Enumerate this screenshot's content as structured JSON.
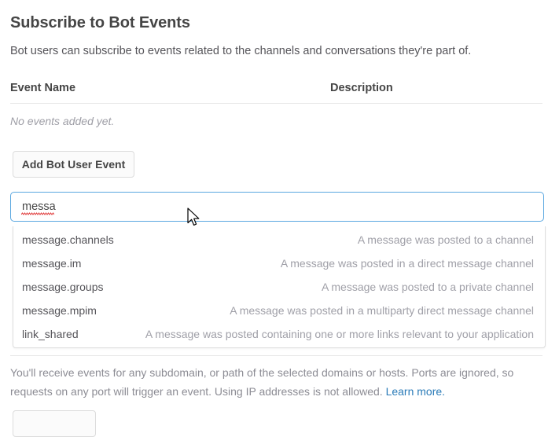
{
  "heading": {
    "title": "Subscribe to Bot Events",
    "subtitle": "Bot users can subscribe to events related to the channels and conversations they're part of."
  },
  "events_table": {
    "columns": [
      "Event Name",
      "Description"
    ],
    "empty_text": "No events added yet.",
    "rows": []
  },
  "actions": {
    "add_bot_user_event": "Add Bot User Event"
  },
  "event_search": {
    "value": "messa",
    "placeholder": "",
    "spellcheck_flagged": true,
    "focus_border_color": "#5aa7e0",
    "options": [
      {
        "name": "message.channels",
        "description": "A message was posted to a channel"
      },
      {
        "name": "message.im",
        "description": "A message was posted in a direct message channel"
      },
      {
        "name": "message.groups",
        "description": "A message was posted to a private channel"
      },
      {
        "name": "message.mpim",
        "description": "A message was posted in a multiparty direct message channel"
      },
      {
        "name": "link_shared",
        "description": "A message was posted containing one or more links relevant to your application"
      }
    ]
  },
  "footer": {
    "note": "You'll receive events for any subdomain, or path of the selected domains or hosts. Ports are ignored, so requests on any port will trigger an event. Using IP addresses is not allowed. ",
    "link_text": "Learn more."
  },
  "colors": {
    "text": "#454545",
    "muted": "#8c8c94",
    "link": "#2a7bb8",
    "accent": "#5aa7e0",
    "divider": "#e8e8e8"
  }
}
